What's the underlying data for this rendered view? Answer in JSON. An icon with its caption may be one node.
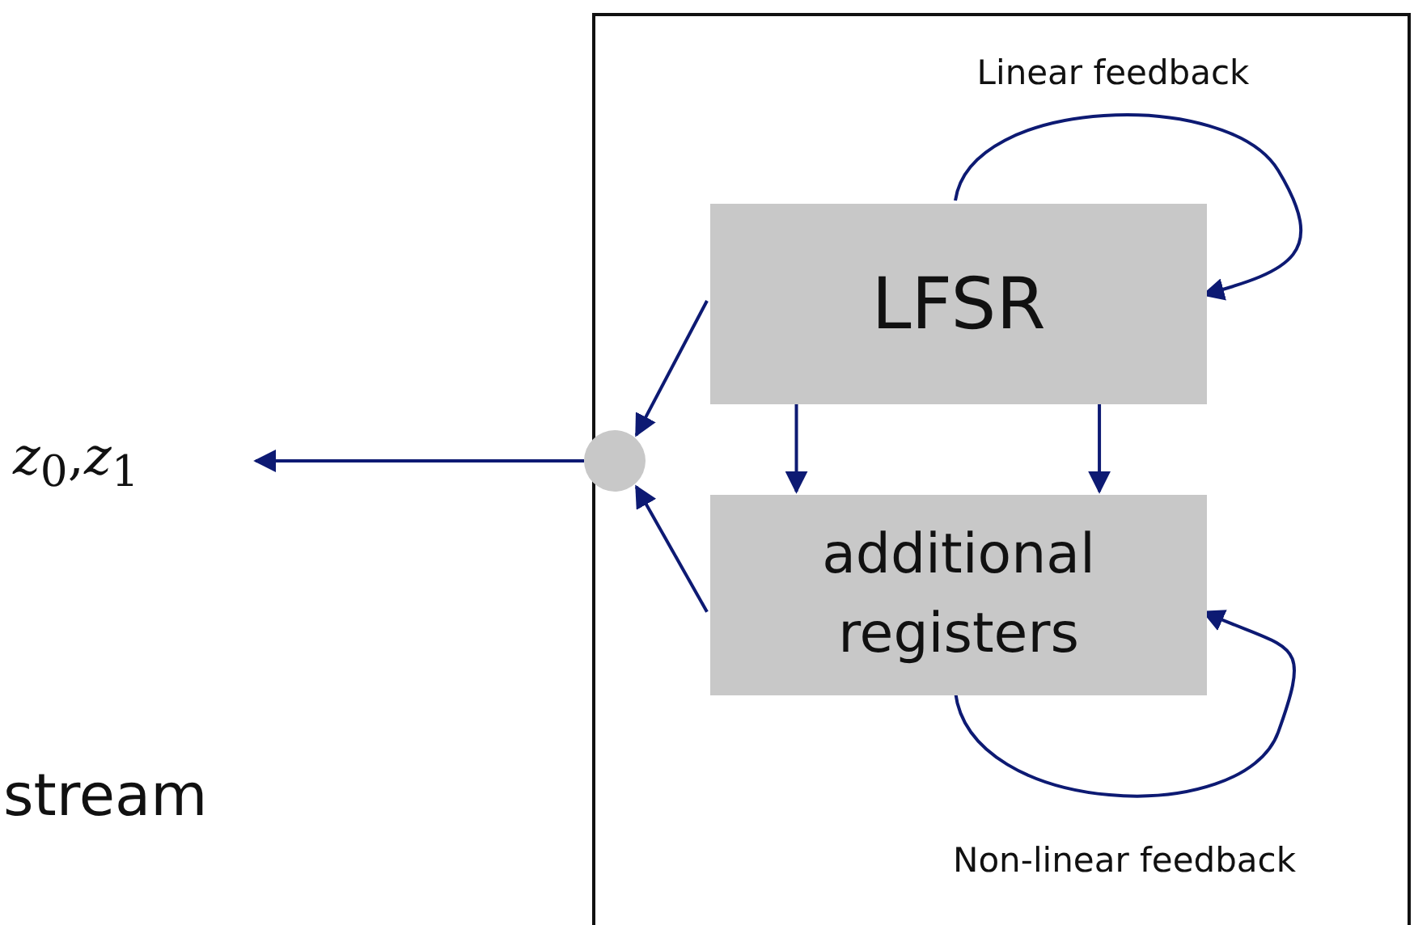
{
  "diagram": {
    "nodes": [
      {
        "text": [],
        "shape": "box"
      },
      {
        "text": [
          "LFSR"
        ],
        "in": 0
      },
      {
        "text": [
          "additional registers"
        ],
        "in": 0
      },
      {
        "text": [],
        "shape": "circle"
      },
      {
        "text": [
          "*z*$_{0}$,*z*$_{1}$"
        ]
      }
    ],
    "edges": [
      {
        "from": 1,
        "to": 3,
        "arrow": "to"
      },
      {
        "from": 2,
        "to": 3,
        "arrow": "to"
      },
      {
        "from": 1,
        "to": 2,
        "arrow": "to"
      },
      {
        "from": 1,
        "to": 2,
        "arrow": "to"
      },
      {
        "from": 1,
        "to": 1,
        "arrow": "to",
        "label": "Linear feedback"
      },
      {
        "from": 2,
        "to": 2,
        "arrow": "to",
        "label": "Non-linear feedback"
      },
      {
        "from": 3,
        "to": 4,
        "arrow": "to"
      }
    ],
    "labels": [
      "stream"
    ]
  }
}
